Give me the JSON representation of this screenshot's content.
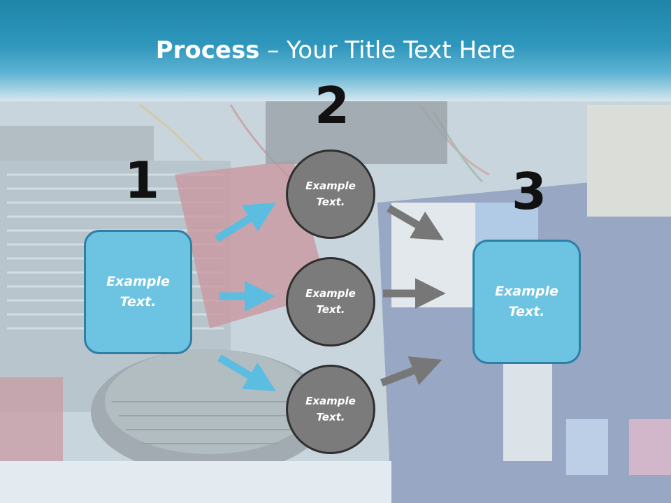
{
  "header": {
    "title_bold": "Process",
    "title_rest": " – Your Title Text Here"
  },
  "steps": {
    "n1": "1",
    "n2": "2",
    "n3": "3"
  },
  "boxes": {
    "left": "Example Text.",
    "right": "Example Text."
  },
  "circles": {
    "top": "Example Text.",
    "middle": "Example Text.",
    "bottom": "Example Text."
  },
  "colors": {
    "accent": "#6cc3e2",
    "arrow_blue": "#5bbde0",
    "arrow_gray": "#777777",
    "circle": "#7b7b7b"
  }
}
